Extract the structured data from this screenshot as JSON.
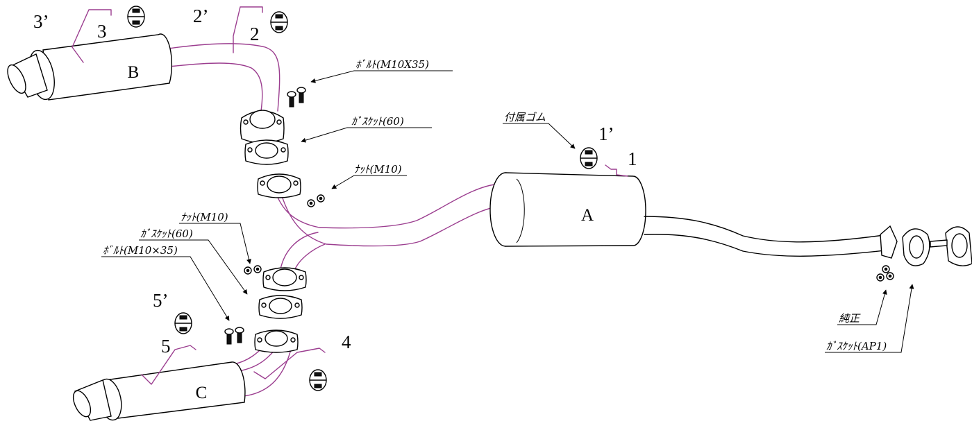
{
  "part_labels": {
    "muffler_a": "A",
    "muffler_b": "B",
    "muffler_c": "C"
  },
  "hanger_numbers": {
    "n1": "1",
    "n1p": "1’",
    "n2": "2",
    "n2p": "2’",
    "n3": "3",
    "n3p": "3’",
    "n4": "4",
    "n5": "5",
    "n5p": "5’"
  },
  "callouts": {
    "bolt_top": "ﾎﾞﾙﾄ(M10X35)",
    "gasket_top": "ｶﾞｽｹｯﾄ(60)",
    "nut_top": "ﾅｯﾄ(M10)",
    "rubber": "付属ゴム",
    "nut_mid": "ﾅｯﾄ(M10)",
    "gasket_mid": "ｶﾞｽｹｯﾄ(60)",
    "bolt_mid": "ﾎﾞﾙﾄ(M10×35)",
    "genuine": "純正",
    "gasket_ap1": "ｶﾞｽｹｯﾄ(AP1)"
  },
  "colors": {
    "line": "#000000",
    "hanger": "#9b3d8f",
    "background": "#ffffff"
  }
}
